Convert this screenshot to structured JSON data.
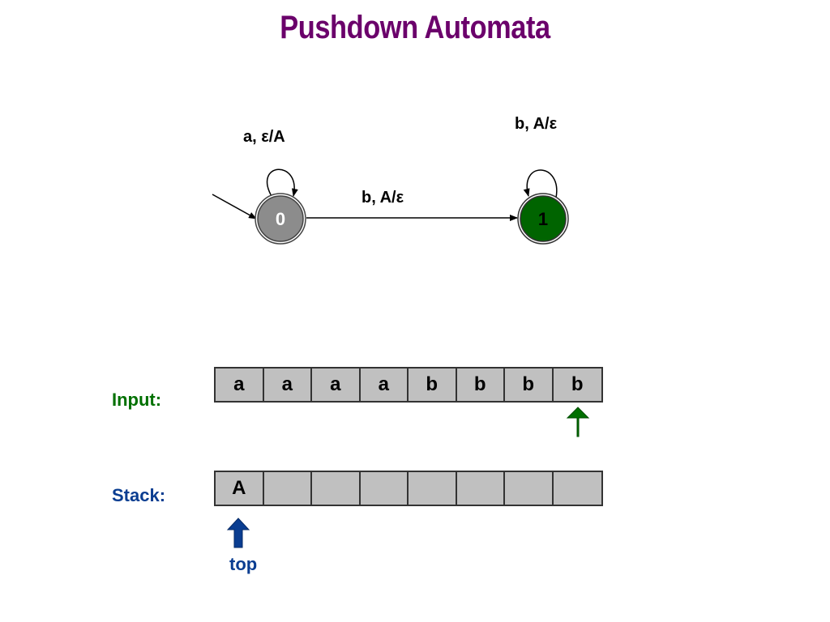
{
  "title": "Pushdown Automata",
  "automaton": {
    "states": [
      {
        "label": "0",
        "fill": "#8c8c8c",
        "accepting": false,
        "initial": true
      },
      {
        "label": "1",
        "fill": "#006400",
        "accepting": true,
        "initial": false
      }
    ],
    "transitions": {
      "loop_0": "a, ε/A",
      "edge_0_1": "b, A/ε",
      "loop_1": "b, A/ε"
    }
  },
  "input": {
    "label": "Input:",
    "label_color": "#007000",
    "cells": [
      "a",
      "a",
      "a",
      "a",
      "b",
      "b",
      "b",
      "b"
    ],
    "pointer_index": 7,
    "pointer_color": "#007000"
  },
  "stack": {
    "label": "Stack:",
    "label_color": "#0a3d91",
    "cells": [
      "A",
      "",
      "",
      "",
      "",
      "",
      "",
      ""
    ],
    "pointer_index": 0,
    "pointer_color": "#0a3d91",
    "pointer_label": "top"
  },
  "colors": {
    "title": "#6b006b",
    "cell_fill": "#c0c0c0"
  }
}
